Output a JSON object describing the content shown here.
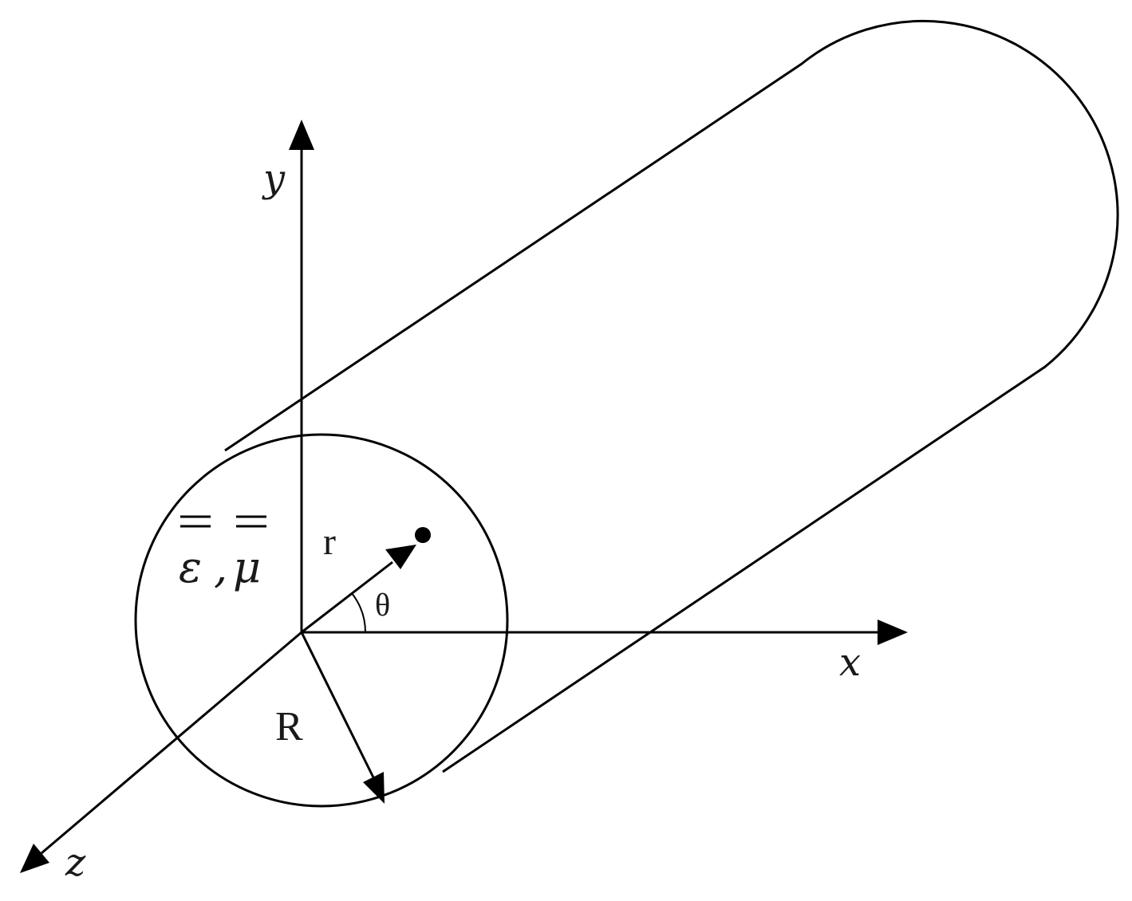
{
  "diagram": {
    "labels": {
      "y_axis": "y",
      "x_axis": "x",
      "z_axis": "z",
      "position_vector": "r",
      "angle": "θ",
      "radius": "R",
      "epsilon": "ε",
      "separator": ",",
      "mu": "μ"
    }
  }
}
